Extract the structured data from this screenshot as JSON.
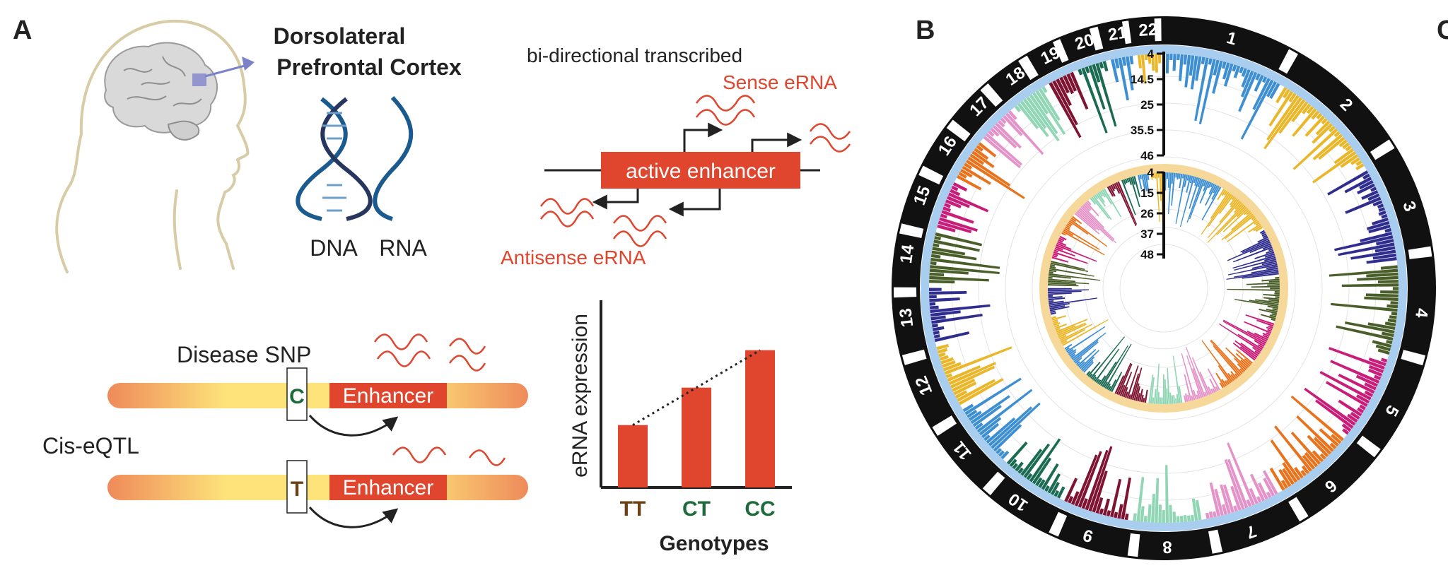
{
  "panels": {
    "a_label": "A",
    "b_label": "B",
    "c_label": "C"
  },
  "panel_a": {
    "region_title_line1": "Dorsolateral",
    "region_title_line2": "Prefrontal Cortex",
    "dna_label": "DNA",
    "rna_label": "RNA",
    "transcription_title": "bi-directional transcribed",
    "sense_label": "Sense eRNA",
    "antisense_label": "Antisense eRNA",
    "enhancer_box_label": "active enhancer",
    "disease_snp_label": "Disease SNP",
    "cis_eqtl_label": "Cis-eQTL",
    "allele_top": "C",
    "allele_bottom": "T",
    "enhancer_label": "Enhancer"
  },
  "chart_data": {
    "type": "bar",
    "categories": [
      "TT",
      "CT",
      "CC"
    ],
    "values": [
      1.0,
      1.6,
      2.2
    ],
    "category_colors": [
      "#6b4214",
      "#1d6b3a",
      "#1d6b3a"
    ],
    "bar_color": "#e0452e",
    "xlabel": "Genotypes",
    "ylabel": "eRNA expression",
    "ylim": [
      0,
      3
    ],
    "trend_line": "dotted"
  },
  "panel_b": {
    "chromosomes": [
      "1",
      "2",
      "3",
      "4",
      "5",
      "6",
      "7",
      "8",
      "9",
      "10",
      "11",
      "12",
      "13",
      "14",
      "15",
      "16",
      "17",
      "18",
      "19",
      "20",
      "21",
      "22"
    ],
    "outer_track_ticks": [
      "4",
      "14.5",
      "25",
      "35.5",
      "46"
    ],
    "inner_track_ticks": [
      "4",
      "15",
      "26",
      "37",
      "48"
    ],
    "outer_ring_color": "#a9cdee",
    "inner_ring_color": "#f6d99a",
    "chromosome_colors": [
      "#3d8fd1",
      "#eab72a",
      "#2f2d8e",
      "#4a5e29",
      "#c81d78",
      "#e8731c",
      "#e493c8",
      "#90d6b5",
      "#7e1431",
      "#1b6b52",
      "#3d8fd1",
      "#eab72a",
      "#2f2d8e",
      "#4a5e29",
      "#c81d78",
      "#e8731c",
      "#e493c8",
      "#90d6b5",
      "#7e1431",
      "#1b6b52",
      "#3d8fd1",
      "#eab72a"
    ]
  }
}
